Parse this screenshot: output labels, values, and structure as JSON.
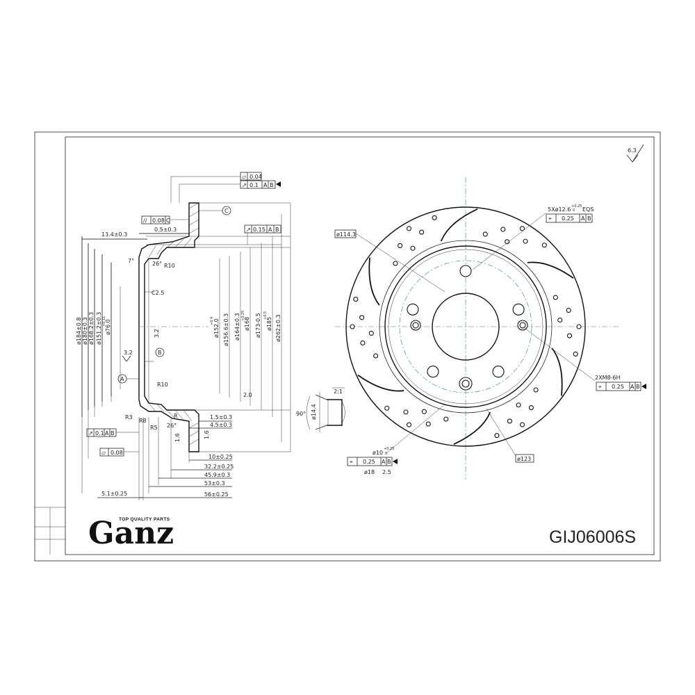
{
  "brand": {
    "name": "Ganz",
    "tagline": "TOP QUALITY PARTS"
  },
  "part_number": "GIJ06006S",
  "surface_finish": "6.3",
  "datums": {
    "a": "A",
    "b": "B",
    "c": "C"
  },
  "side_view": {
    "top_dims": [
      "13.4±0.3",
      "0.5±0.3"
    ],
    "diameters": [
      "ø184±0.8",
      "ø180±0.3",
      "ø168.2±0.3",
      "ø151.2±0.3",
      "ø76.0",
      "ø152.0",
      "ø156.6±0.3",
      "ø164±0.3",
      "ø168",
      "ø173-0.5",
      "ø185",
      "ø262±0.3"
    ],
    "tolerance_sup": {
      "d76": "+0.11",
      "d152": "+0.4",
      "d168": "+0.25",
      "d185": "+0.5"
    },
    "bottom_dims": [
      "1.5±0.3",
      "4.5±0.3",
      "10±0.25",
      "32.2±0.25",
      "45.9±0.3",
      "53±0.3",
      "56±0.25",
      "5.1±0.25"
    ],
    "radii": [
      "R10",
      "R10",
      "R3",
      "R8",
      "R5",
      "R"
    ],
    "chamfer": "C2.5",
    "angles": [
      "7°",
      "26°",
      "26°"
    ],
    "roughness": [
      "3.2",
      "3.2",
      "1.6",
      "1.6",
      "2.0"
    ],
    "frames": {
      "flat": {
        "sym": "⏥",
        "val": "0.04"
      },
      "runout_top": {
        "sym": "↗",
        "val": "0.1",
        "ref": "A",
        "ref2": "B"
      },
      "parallel": {
        "sym": "//",
        "val": "0.08",
        "ref": "C"
      },
      "runout_hat": {
        "sym": "↗",
        "val": "0.15",
        "ref": "A",
        "ref2": "B"
      },
      "runout_low": {
        "sym": "↗",
        "val": "0.1",
        "ref": "A",
        "ref2": "B"
      },
      "flat_low": {
        "sym": "⏥",
        "val": "0.08"
      }
    }
  },
  "front_view": {
    "pcd_label": "ø114.3",
    "bolt_holes": {
      "text": "5Xø12.6",
      "tol": "+0.25",
      "tol2": "0",
      "eqs": "EQS"
    },
    "pos_top": {
      "val": "0.25",
      "ref": "A",
      "ref2": "B"
    },
    "thread": {
      "text": "2XM8-6H"
    },
    "pos_thread": {
      "val": "0.25",
      "ref": "A",
      "ref2": "B"
    },
    "pin_hole": {
      "text": "ø10",
      "tol": "+0.25",
      "tol2": "0"
    },
    "pos_pin": {
      "val": "0.25",
      "ref": "A",
      "ref2": "B"
    },
    "pin_extra": [
      "ø18",
      "2.5"
    ],
    "circle_123": "ø123",
    "detail": {
      "scale": "2:1",
      "angle": "90°",
      "dia": "ø14.4"
    }
  }
}
